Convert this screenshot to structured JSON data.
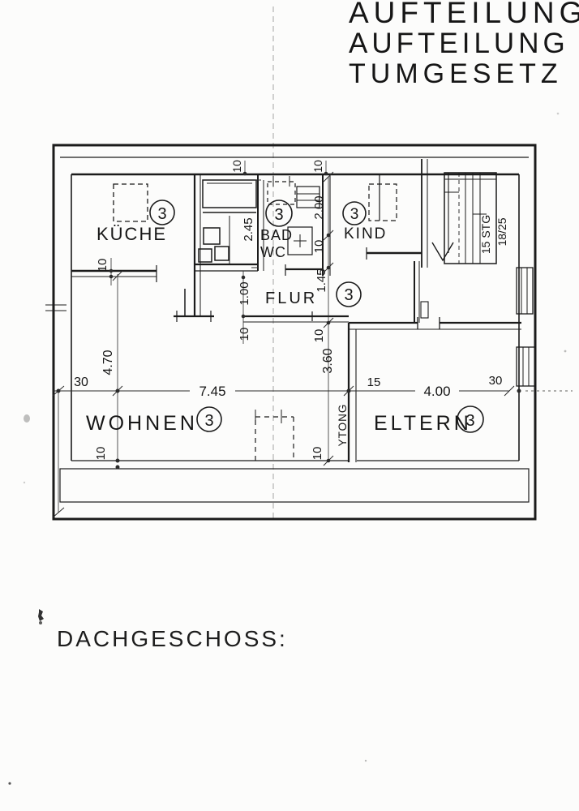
{
  "header": {
    "line1": "AUFTEILUNGS",
    "line2": "AUFTEILUNG M",
    "line3": "TUMGESETZ"
  },
  "footer": {
    "title": "DACHGESCHOSS:"
  },
  "rooms": {
    "kueche": "KÜCHE",
    "bad": "BAD",
    "wc": "WC",
    "kind": "KIND",
    "flur": "FLUR",
    "wohnen": "WOHNEN",
    "eltern": "ELTERN"
  },
  "unit_number": "3",
  "stairs": {
    "steps": "15 STG",
    "riser": "18/25"
  },
  "materials": {
    "wall": "YTONG"
  },
  "dims": {
    "d10": "10",
    "d30": "30",
    "d15": "15",
    "d100": "1.00",
    "d145": "1.45",
    "d200": "2.00",
    "d245": "2.45",
    "d360": "3.60",
    "d400": "4.00",
    "d470": "4.70",
    "d745": "7.45"
  },
  "colors": {
    "ink": "#1b1b1b",
    "paper": "#fcfcfb"
  }
}
